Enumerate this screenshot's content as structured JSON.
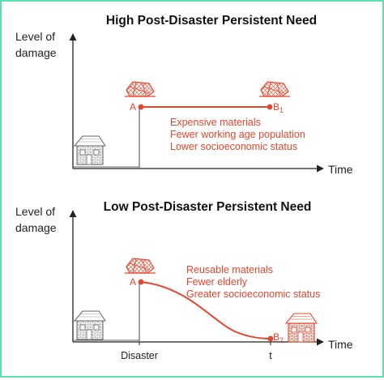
{
  "top": {
    "title": "High Post-Disaster Persistent Need",
    "ylabel_line1": "Level of",
    "ylabel_line2": "damage",
    "xlabel": "Time",
    "point_a": "A",
    "point_b": "B",
    "point_b_sub": "1",
    "factors": [
      "Expensive materials",
      "Fewer working age population",
      "Lower socioeconomic status"
    ]
  },
  "bottom": {
    "title": "Low Post-Disaster Persistent Need",
    "ylabel_line1": "Level of",
    "ylabel_line2": "damage",
    "xlabel": "Time",
    "point_a": "A",
    "point_b": "B",
    "point_b_sub": "2",
    "disaster_label": "Disaster",
    "t_label": "t",
    "factors": [
      "Reusable materials",
      "Fewer elderly",
      "Greater socioeconomic status"
    ]
  },
  "colors": {
    "accent": "#e8452e",
    "axis": "#222222",
    "border": "#5fe0b0",
    "house_outline": "#666666"
  },
  "icons": {
    "intact_house": "house-icon",
    "destroyed_house": "collapsed-house-icon",
    "rebuilt_house": "rebuilt-house-icon"
  }
}
